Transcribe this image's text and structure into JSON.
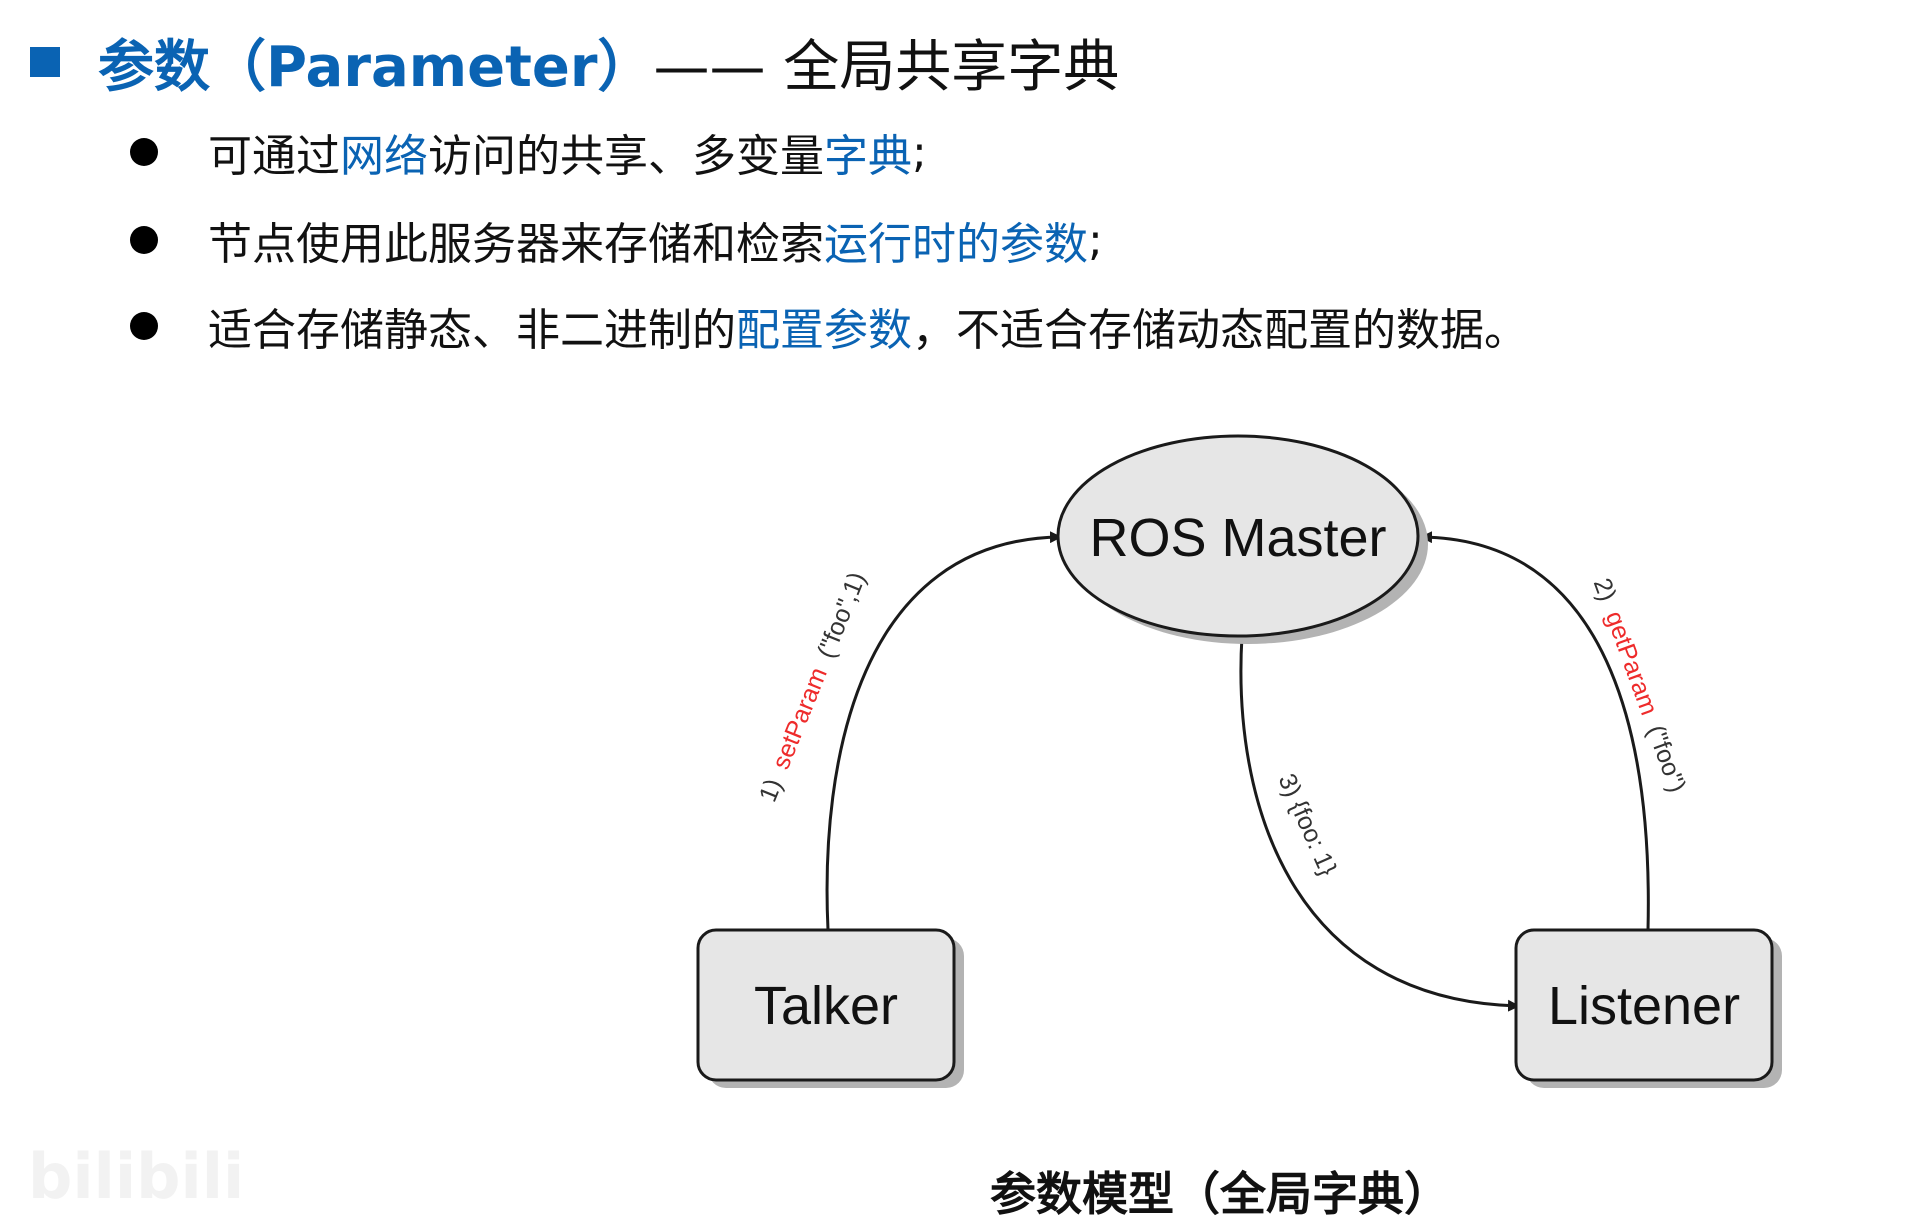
{
  "title": {
    "highlight": "参数（Parameter）",
    "rest": "—— 全局共享字典"
  },
  "bullets": [
    {
      "pre": "可通过",
      "hl1": "网络",
      "mid": "访问的共享、多变量",
      "hl2": "字典",
      "post": ";"
    },
    {
      "pre": "节点使用此服务器来存储和检索",
      "hl1": "运行时的参数",
      "post": ";"
    },
    {
      "pre": "适合存储静态、非二进制的",
      "hl1": "配置参数",
      "post": "，不适合存储动态配置的数据。"
    }
  ],
  "diagram": {
    "nodes": {
      "master": "ROS Master",
      "talker": "Talker",
      "listener": "Listener"
    },
    "edges": {
      "set_param": {
        "step": "1)",
        "fn": "setParam",
        "args": "(\"foo\",1)"
      },
      "get_param": {
        "step": "2)",
        "fn": "getParam",
        "args": "(\"foo\")"
      },
      "reply": {
        "label": "3) {foo: 1}"
      }
    },
    "colors": {
      "node_fill": "#e6e6e6",
      "node_stroke": "#1a1a1a",
      "shadow": "#b3b3b3",
      "function_name": "#ee2b2b",
      "accent": "#0a63b3"
    }
  },
  "caption": "参数模型（全局字典）",
  "watermark": "bilibili"
}
